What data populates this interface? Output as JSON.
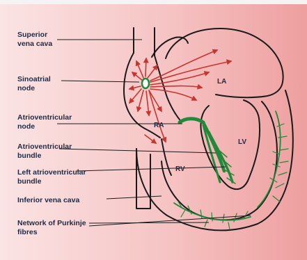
{
  "labels": {
    "superior_vena_cava": "Superior\nvena cava",
    "sinoatrial_node": "Sinoatrial\nnode",
    "atrioventricular_node": "Atrioventricular\nnode",
    "atrioventricular_bundle": "Atrioventricular\nbundle",
    "left_atrioventricular_bundle": "Left atrioventricular\nbundle",
    "inferior_vena_cava": "Inferior vena cava",
    "purkinje_fibres": "Network of Purkinje\nfibres"
  },
  "chambers": {
    "la": "LA",
    "ra": "RA",
    "lv": "LV",
    "rv": "RV"
  },
  "colors": {
    "outline": "#1a1a1a",
    "signal_arrows": "#c8342e",
    "conduction_system": "#1e8a3a",
    "label_text": "#1f2a44"
  }
}
